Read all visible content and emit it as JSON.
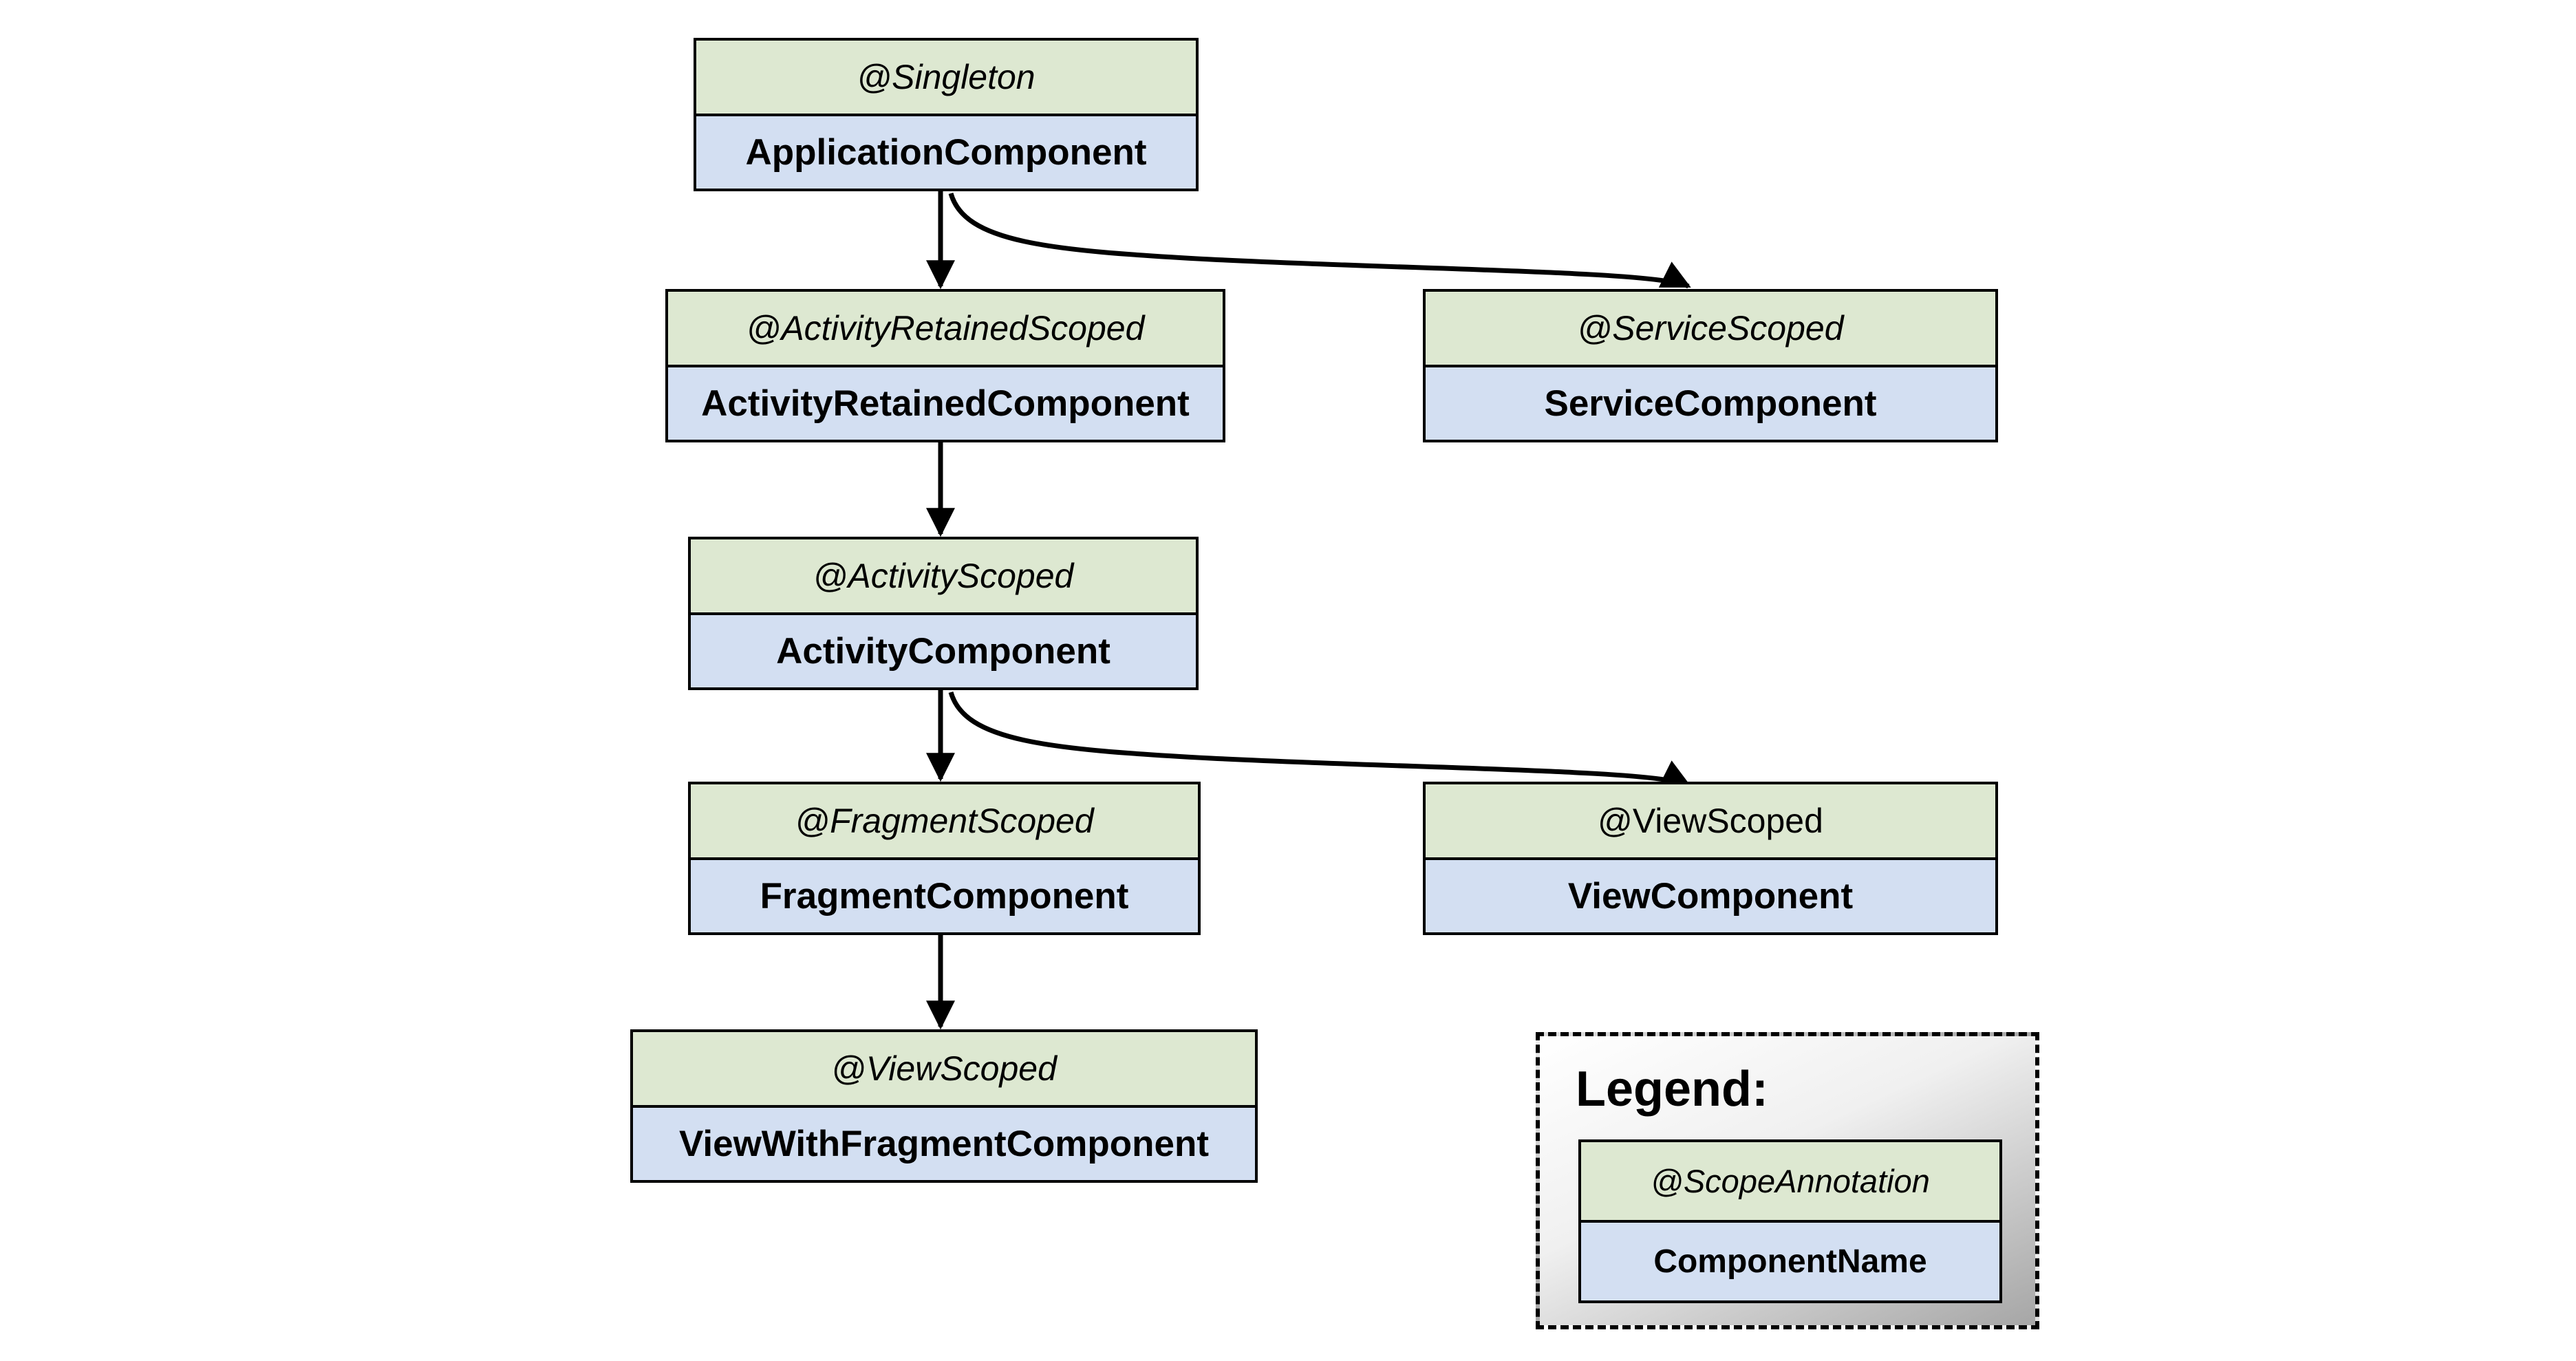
{
  "nodes": [
    {
      "id": "application",
      "scope": "@Singleton",
      "component": "ApplicationComponent"
    },
    {
      "id": "activity_retained",
      "scope": "@ActivityRetainedScoped",
      "component": "ActivityRetainedComponent"
    },
    {
      "id": "service",
      "scope": "@ServiceScoped",
      "component": "ServiceComponent"
    },
    {
      "id": "activity",
      "scope": "@ActivityScoped",
      "component": "ActivityComponent"
    },
    {
      "id": "fragment",
      "scope": "@FragmentScoped",
      "component": "FragmentComponent"
    },
    {
      "id": "view",
      "scope": "@ViewScoped",
      "component": "ViewComponent"
    },
    {
      "id": "view_with_fragment",
      "scope": "@ViewScoped",
      "component": "ViewWithFragmentComponent"
    }
  ],
  "edges": [
    {
      "from": "ApplicationComponent",
      "to": "ActivityRetainedComponent",
      "style": "straight"
    },
    {
      "from": "ApplicationComponent",
      "to": "ServiceComponent",
      "style": "curved"
    },
    {
      "from": "ActivityRetainedComponent",
      "to": "ActivityComponent",
      "style": "straight"
    },
    {
      "from": "ActivityComponent",
      "to": "FragmentComponent",
      "style": "straight"
    },
    {
      "from": "ActivityComponent",
      "to": "ViewComponent",
      "style": "curved"
    },
    {
      "from": "FragmentComponent",
      "to": "ViewWithFragmentComponent",
      "style": "straight"
    }
  ],
  "legend": {
    "title": "Legend:",
    "scope_label": "@ScopeAnnotation",
    "component_label": "ComponentName"
  },
  "colors": {
    "scope_header_bg": "#dde8d1",
    "component_body_bg": "#d3dff2",
    "border": "#000000",
    "arrow": "#000000",
    "page_bg": "#ffffff"
  }
}
